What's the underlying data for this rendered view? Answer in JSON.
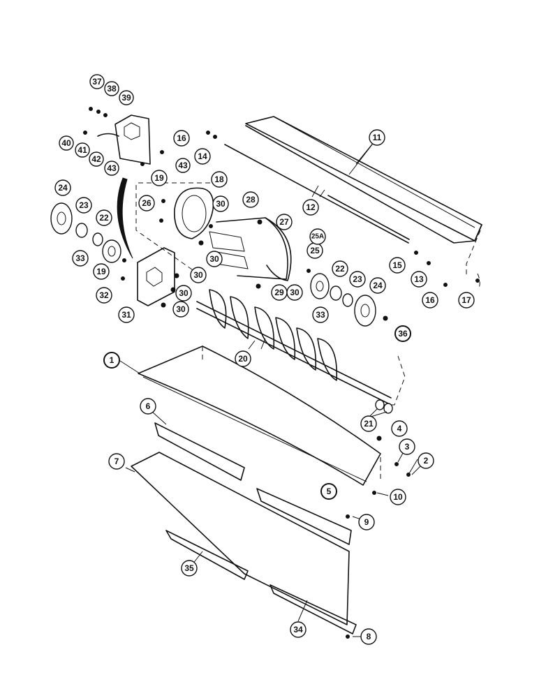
{
  "callouts": [
    "1",
    "2",
    "3",
    "4",
    "5",
    "6",
    "7",
    "8",
    "9",
    "10",
    "11",
    "12",
    "13",
    "14",
    "15",
    "16",
    "16",
    "17",
    "18",
    "19",
    "19",
    "20",
    "21",
    "22",
    "22",
    "23",
    "23",
    "24",
    "24",
    "25",
    "25A",
    "26",
    "27",
    "28",
    "29",
    "30",
    "30",
    "30",
    "30",
    "30",
    "30",
    "31",
    "32",
    "33",
    "33",
    "34",
    "35",
    "36",
    "37",
    "38",
    "39",
    "40",
    "41",
    "42",
    "43"
  ]
}
